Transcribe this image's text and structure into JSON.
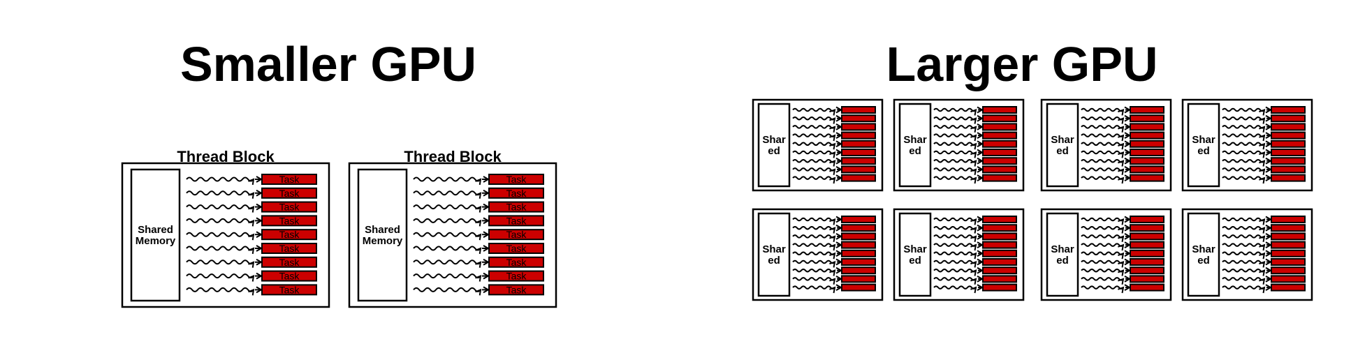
{
  "left_panel": {
    "title": "Smaller GPU",
    "block_label": "Thread Block",
    "memory_label_lines": [
      "Shared",
      "Memory"
    ],
    "task_label": "Task",
    "block_count": 2,
    "tasks_per_block": 9
  },
  "right_panel": {
    "title": "Larger GPU",
    "memory_label_lines": [
      "Shar",
      "ed"
    ],
    "rows": 2,
    "columns": 4,
    "tasks_per_block": 9
  },
  "colors": {
    "task_fill": "#cc0000",
    "stroke": "#000000",
    "background": "#ffffff"
  }
}
